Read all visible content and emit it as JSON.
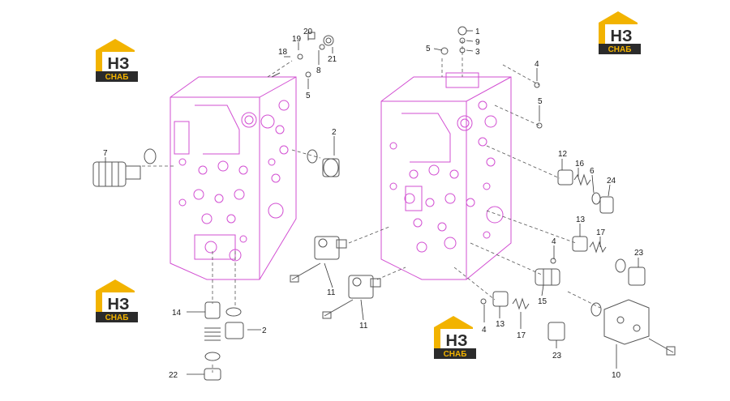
{
  "logo": {
    "letters": "НЗ",
    "word": "СНАБ"
  },
  "colors": {
    "housing": "#d24fd2",
    "parts": "#555555",
    "leader": "#333333",
    "logo_yellow": "#f2b300",
    "logo_dark": "#2b2b2b"
  },
  "callouts": [
    {
      "id": "c1",
      "label": "1"
    },
    {
      "id": "c9",
      "label": "9"
    },
    {
      "id": "c3",
      "label": "3"
    },
    {
      "id": "c5a",
      "label": "5"
    },
    {
      "id": "c4a",
      "label": "4"
    },
    {
      "id": "c5b",
      "label": "5"
    },
    {
      "id": "c20",
      "label": "20"
    },
    {
      "id": "c19",
      "label": "19"
    },
    {
      "id": "c18",
      "label": "18"
    },
    {
      "id": "c21",
      "label": "21"
    },
    {
      "id": "c8",
      "label": "8"
    },
    {
      "id": "c5c",
      "label": "5"
    },
    {
      "id": "c2a",
      "label": "2"
    },
    {
      "id": "c7",
      "label": "7"
    },
    {
      "id": "c12",
      "label": "12"
    },
    {
      "id": "c16",
      "label": "16"
    },
    {
      "id": "c6",
      "label": "6"
    },
    {
      "id": "c24",
      "label": "24"
    },
    {
      "id": "c13a",
      "label": "13"
    },
    {
      "id": "c17a",
      "label": "17"
    },
    {
      "id": "c4b",
      "label": "4"
    },
    {
      "id": "c23a",
      "label": "23"
    },
    {
      "id": "c11a",
      "label": "11"
    },
    {
      "id": "c11b",
      "label": "11"
    },
    {
      "id": "c15",
      "label": "15"
    },
    {
      "id": "c14",
      "label": "14"
    },
    {
      "id": "c2b",
      "label": "2"
    },
    {
      "id": "c22",
      "label": "22"
    },
    {
      "id": "c4c",
      "label": "4"
    },
    {
      "id": "c13b",
      "label": "13"
    },
    {
      "id": "c17b",
      "label": "17"
    },
    {
      "id": "c23b",
      "label": "23"
    },
    {
      "id": "c10",
      "label": "10"
    }
  ]
}
